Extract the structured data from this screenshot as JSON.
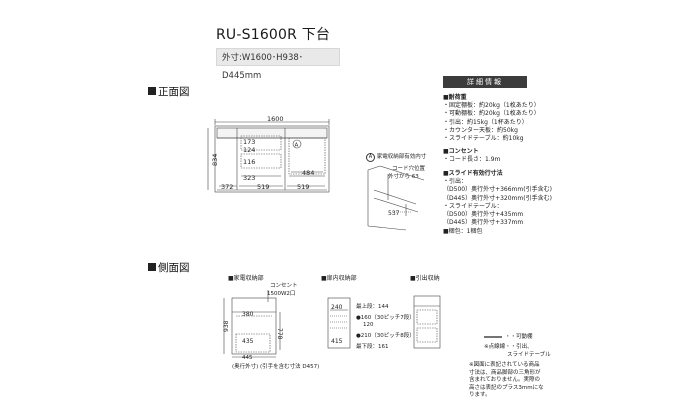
{
  "header": {
    "title": "RU-S1600R 下台",
    "dimensions": "外寸:W1600･H938･D445mm"
  },
  "sections": {
    "front": "正面図",
    "side": "側面図"
  },
  "front": {
    "width_label": "1600",
    "height_label": "834",
    "c1": "173",
    "c2": "124",
    "c3": "116",
    "c4": "323",
    "w1": "372",
    "w2": "519",
    "w3": "519",
    "d1": "484",
    "mark": "A"
  },
  "detail_a": {
    "caption": "家電収納部有効内寸",
    "cord_note_1": "コード穴位置",
    "cord_note_2": "外寸から 63",
    "dim": "537"
  },
  "details": {
    "heading": "詳細情報",
    "load_heading": "耐荷重",
    "load_items": [
      "・固定棚板：約20kg（1枚あたり）",
      "・可動棚板：約20kg（1枚あたり）",
      "・引出：約15kg（1杯あたり）",
      "・カウンター天板：約50kg",
      "・スライドテーブル：約10kg"
    ],
    "outlet_heading": "コンセント",
    "outlet_items": [
      "・コード長さ：1.9m"
    ],
    "slide_heading": "スライド有効行寸法",
    "slide_items": [
      "・引出：",
      "（D500）奥行外寸+366mm(引手含む)",
      "（D445）奥行外寸+320mm(引手含む)",
      "・スライドテーブル：",
      "（D500）奥行外寸+435mm",
      "（D445）奥行外寸+337mm"
    ],
    "pack_heading": "梱包：1梱包"
  },
  "side": {
    "appliance_heading": "家電収納部",
    "outlet_1": "コンセント",
    "outlet_2": "1500W2口",
    "d380": "380",
    "d778": "778",
    "d938": "938",
    "d435": "435",
    "d445": "445",
    "caption": "(奥行外寸) (引手を含む寸法 D457)",
    "cabinet_heading": "扉内収納部",
    "c240": "240",
    "c415": "415",
    "c_top": "最上段：144",
    "c_160": "●160（30ピッチ7段）",
    "c_120": "120",
    "c_210": "●210（30ピッチ8段）",
    "c_bottom": "最下段：161",
    "drawer_heading": "引出収納"
  },
  "legend": {
    "line1": "・・可動棚",
    "line2": "※点線線・・引出、",
    "line3": "スライドテーブル"
  },
  "footnote": {
    "lines": [
      "※図面に表記されている商品",
      "寸法は、商品脚部の三角形が",
      "含まれておりません。実際の",
      "高さは表記のプラス3mmにな",
      "ります。"
    ]
  }
}
